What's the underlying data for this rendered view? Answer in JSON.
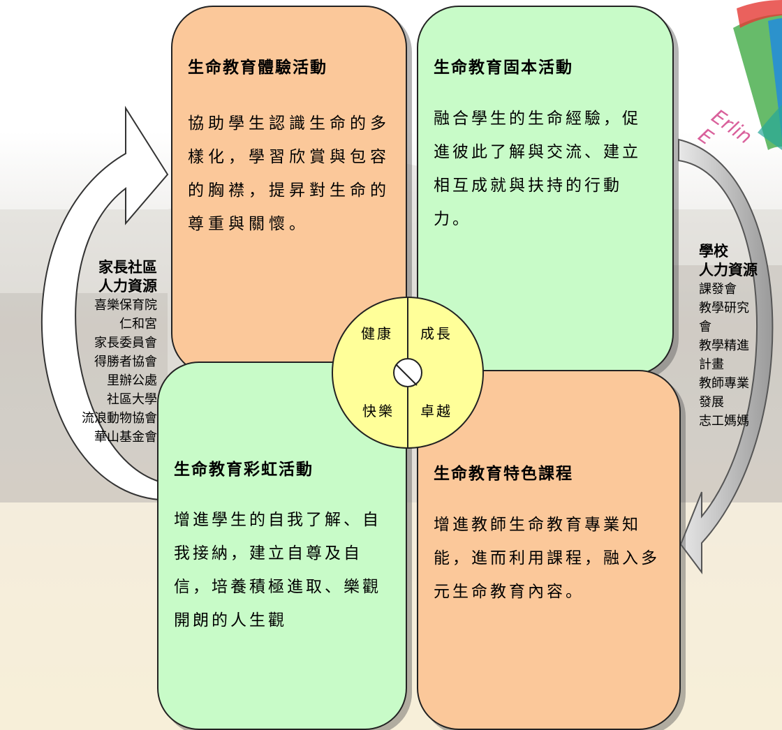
{
  "cards": {
    "top_left": {
      "title": "生命教育體驗活動",
      "body": "協助學生認識生命的多\n樣化，學習欣賞與包容\n的胸襟，提昇對生命的\n尊重與關懷。"
    },
    "top_right": {
      "title": "生命教育固本活動",
      "body": "融合學生的生命經驗，促\n進彼此了解與交流、建立\n相互成就與扶持的行動\n力。"
    },
    "bottom_left": {
      "title": "生命教育彩虹活動",
      "body": "增進學生的自我了解、自\n我接納，建立自尊及自\n信，培養積極進取、樂觀\n開朗的人生觀"
    },
    "bottom_right": {
      "title": "生命教育特色課程",
      "body": "增進教師生命教育專業知\n能，進而利用課程，融入多\n元生命教育內容。"
    }
  },
  "center": {
    "top_left": "健康",
    "top_right": "成長",
    "bottom_left": "快樂",
    "bottom_right": "卓越"
  },
  "left_resources": {
    "title": "家長社區\n人力資源",
    "items": [
      "喜樂保育院",
      "仁和宮",
      "家長委員會",
      "得勝者協會",
      "里辦公處",
      "社區大學",
      "流浪動物協會",
      "華山基金會"
    ]
  },
  "right_resources": {
    "title": "學校\n人力資源",
    "items": [
      "課發會",
      "教學研究",
      "會",
      "教學精進",
      "計畫",
      "教師專業",
      "發展",
      "志工媽媽"
    ]
  },
  "logo": {
    "text": "Erlin E"
  },
  "colors": {
    "orange_card": "#fbc89a",
    "green_card": "#c8fbc8",
    "center_circle": "#ffff99"
  }
}
